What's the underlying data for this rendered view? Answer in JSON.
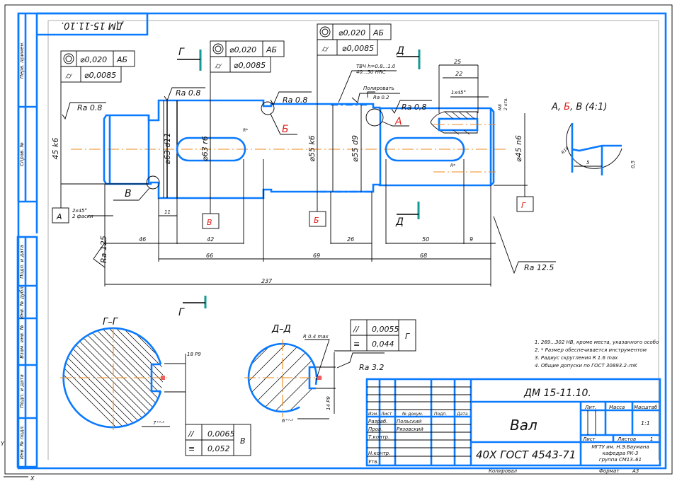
{
  "drawing": {
    "stamp_mirrored": "ДМ 15-11.10.",
    "side_labels": {
      "perv_primen": "Перв. примен.",
      "sprav_no": "Справ. №",
      "podp_data_1": "Подп. и дата",
      "inv_dubl": "Инв. № дубл.",
      "vzam_inv": "Взам. инв. №",
      "podp_data_2": "Подп. и дата",
      "inv_podl": "Инв. № подл."
    },
    "tolerance_frames": [
      {
        "id": "left",
        "runout_sym": "◎",
        "runout_val": "⌀0,020",
        "base": "АБ",
        "cyl_val": "⌀0,0085"
      },
      {
        "id": "mid",
        "runout_sym": "◎",
        "runout_val": "⌀0,020",
        "base": "АБ",
        "cyl_val": "⌀0,0085"
      },
      {
        "id": "right",
        "runout_sym": "◎",
        "runout_val": "⌀0,020",
        "base": "АБ",
        "cyl_val": "⌀0,0085"
      }
    ],
    "roughness": {
      "r1": "Ra 0.8",
      "r2": "Ra 0.8",
      "r3": "Ra 0.8",
      "r4": "Ra 0,8",
      "r5": "Ra 0.2",
      "r6": "Ra 125",
      "r7": "Ra 12.5",
      "r8": "Ra 3.2"
    },
    "notes_top": {
      "heat_treat_1": "ТВЧ h=0.8...1.0",
      "heat_treat_2": "40...50 HRC",
      "polish": "Полировать"
    },
    "section_marks": {
      "g": "Г",
      "d": "Д"
    },
    "datums": {
      "a": "А",
      "b": "Б",
      "v": "В",
      "g": "Г"
    },
    "detail_labels": {
      "a": "А",
      "b": "Б",
      "v": "В"
    },
    "detail_view_title": {
      "p1": "А, ",
      "p2": "Б",
      "p3": ", В",
      "p4": " (4:1)"
    },
    "detail_dims": {
      "r": "R16",
      "w": "5",
      "h": "0,5"
    },
    "diameters": {
      "d45k6": "45 k6",
      "d63d11": "⌀63 d11",
      "d63r6": "⌀63 r6",
      "d55k6": "⌀55 k6",
      "d55d9": "⌀55 d9",
      "d45n6": "⌀45 n6"
    },
    "linear_dims": {
      "d46": "46",
      "d42": "42",
      "d66": "66",
      "d69": "69",
      "d26": "26",
      "d50": "50",
      "d9": "9",
      "d68": "68",
      "d237": "237",
      "d11": "11",
      "d25": "25",
      "d22": "22"
    },
    "small_notes": {
      "chamfer_1": "2x45°",
      "chamfer_2": "2 фаски",
      "chamfer_right": "1x45°",
      "thread": "M8",
      "thread_2": "2 отв.",
      "r_star": "R*"
    },
    "sections": {
      "gg_title": "Г–Г",
      "dd_title": "Д–Д",
      "gg_key": "18 P9",
      "gg_depth": "7⁺⁰·²",
      "dd_key": "14 P9",
      "dd_depth": "6⁺⁰·²",
      "dd_radius": "R 0.4 max",
      "gg_tol": {
        "par": "0,0065",
        "sym": "0,052",
        "base": "В"
      },
      "dd_tol": {
        "par": "0,0055",
        "sym": "0,044",
        "base": "Г"
      }
    },
    "tech_notes": [
      "1. 269...302 HB, кроме места, указанного особо",
      "2. * Размер обеспечивается инструментом",
      "3. Радиус скругления R 1.6 max",
      "4. Общие допуски по ГОСТ 30893.2–mK"
    ],
    "title_block": {
      "designation": "ДМ 15-11.10.",
      "part_name": "Вал",
      "material": "40Х ГОСТ 4543-71",
      "col_headers": [
        "Изм.",
        "Лист",
        "№ докум.",
        "Подп.",
        "Дата"
      ],
      "roles": [
        "Разраб.",
        "Пров.",
        "Т.контр.",
        "",
        "Н.контр.",
        "Утв."
      ],
      "names": [
        "Польский",
        "Рязовский",
        "",
        "",
        "",
        ""
      ],
      "lit": "Лит.",
      "mass": "Масса",
      "scale_label": "Масштаб",
      "scale_value": "1:1",
      "sheet_label": "Лист",
      "sheets_label": "Листов",
      "sheets_value": "1",
      "org_1": "МГТУ им. Н.Э.Баумана",
      "org_2": "кафедра РК-3",
      "org_3": "группа СМ13–61",
      "copied": "Копировал",
      "format_label": "Формат",
      "format_value": "А3"
    },
    "axes_labels": {
      "y": "Y",
      "x": "X"
    }
  }
}
